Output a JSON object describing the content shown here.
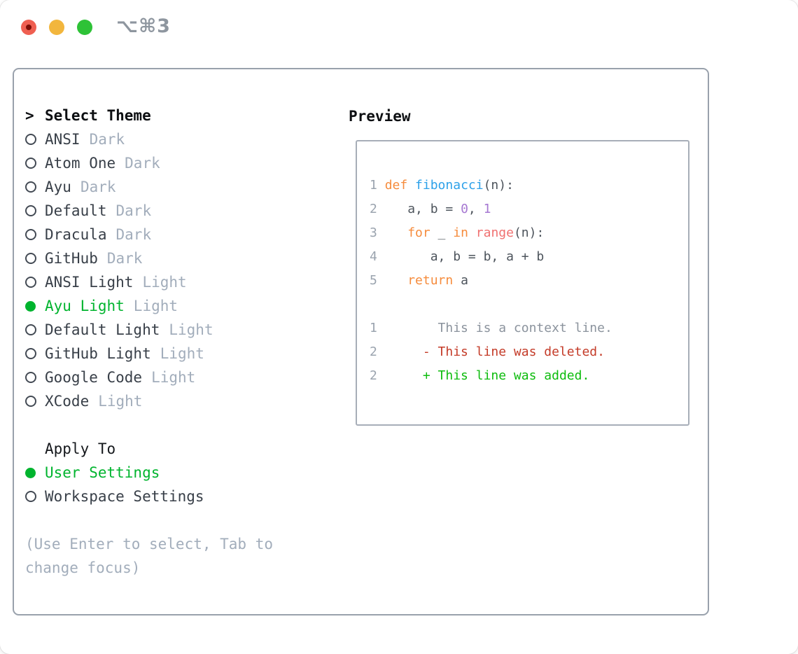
{
  "window": {
    "shortcut": "⌥⌘3"
  },
  "theme_list": {
    "header_prefix": ">",
    "header": "Select Theme",
    "items": [
      {
        "name": "ANSI",
        "tag": "Dark",
        "selected": false
      },
      {
        "name": "Atom One",
        "tag": "Dark",
        "selected": false
      },
      {
        "name": "Ayu",
        "tag": "Dark",
        "selected": false
      },
      {
        "name": "Default",
        "tag": "Dark",
        "selected": false
      },
      {
        "name": "Dracula",
        "tag": "Dark",
        "selected": false
      },
      {
        "name": "GitHub",
        "tag": "Dark",
        "selected": false
      },
      {
        "name": "ANSI Light",
        "tag": "Light",
        "selected": false
      },
      {
        "name": "Ayu Light",
        "tag": "Light",
        "selected": true
      },
      {
        "name": "Default Light",
        "tag": "Light",
        "selected": false
      },
      {
        "name": "GitHub Light",
        "tag": "Light",
        "selected": false
      },
      {
        "name": "Google Code",
        "tag": "Light",
        "selected": false
      },
      {
        "name": "XCode",
        "tag": "Light",
        "selected": false
      }
    ]
  },
  "apply_to": {
    "header": "Apply To",
    "options": [
      {
        "label": "User Settings",
        "selected": true
      },
      {
        "label": "Workspace Settings",
        "selected": false
      }
    ]
  },
  "hint": {
    "line1": "(Use Enter to select, Tab to",
    "line2": "change focus)"
  },
  "preview": {
    "title": "Preview",
    "lines": [
      {
        "segments": [
          {
            "t": "1 ",
            "c": "num"
          },
          {
            "t": "def",
            "c": "kw"
          },
          {
            "t": " ",
            "c": "plain"
          },
          {
            "t": "fibonacci",
            "c": "fn"
          },
          {
            "t": "(n):",
            "c": "plain"
          }
        ]
      },
      {
        "segments": [
          {
            "t": "2 ",
            "c": "num"
          },
          {
            "t": "   a, b = ",
            "c": "plain"
          },
          {
            "t": "0",
            "c": "lit"
          },
          {
            "t": ", ",
            "c": "plain"
          },
          {
            "t": "1",
            "c": "lit"
          }
        ]
      },
      {
        "segments": [
          {
            "t": "3 ",
            "c": "num"
          },
          {
            "t": "   ",
            "c": "plain"
          },
          {
            "t": "for",
            "c": "kw"
          },
          {
            "t": " _ ",
            "c": "plain"
          },
          {
            "t": "in",
            "c": "kw"
          },
          {
            "t": " ",
            "c": "plain"
          },
          {
            "t": "range",
            "c": "call"
          },
          {
            "t": "(n):",
            "c": "plain"
          }
        ]
      },
      {
        "segments": [
          {
            "t": "4 ",
            "c": "num"
          },
          {
            "t": "      a, b = b, a + b",
            "c": "plain"
          }
        ]
      },
      {
        "segments": [
          {
            "t": "5 ",
            "c": "num"
          },
          {
            "t": "   ",
            "c": "plain"
          },
          {
            "t": "return",
            "c": "kw"
          },
          {
            "t": " a",
            "c": "plain"
          }
        ]
      },
      {
        "segments": []
      },
      {
        "segments": [
          {
            "t": "1",
            "c": "num"
          },
          {
            "t": "        ",
            "c": "plain"
          },
          {
            "t": "This is a context line.",
            "c": "ctx"
          }
        ]
      },
      {
        "segments": [
          {
            "t": "2",
            "c": "num"
          },
          {
            "t": "      ",
            "c": "plain"
          },
          {
            "t": "- This line was deleted.",
            "c": "del"
          }
        ]
      },
      {
        "segments": [
          {
            "t": "2",
            "c": "num"
          },
          {
            "t": "      ",
            "c": "plain"
          },
          {
            "t": "+ This line was added.",
            "c": "add"
          }
        ]
      }
    ]
  },
  "colors": {
    "light_red": "#ef5f51",
    "light_red_dot": "#7d0e06",
    "light_yellow": "#f2b63d",
    "light_green": "#2ec237",
    "shortcut_gray": "#8e969f",
    "panel_border": "#99a1ac",
    "preview_border": "#a7aeb8",
    "header_black": "#0d0f12",
    "apply_header": "#15181c",
    "item_text": "#383f48",
    "ring_color": "#434a54",
    "selection_green": "#00b42e",
    "muted_gray": "#a2adbb",
    "line_number": "#9aa3ae",
    "code_plain": "#4d545c",
    "kw_orange": "#f68c3d",
    "fn_blue": "#2da1e9",
    "call_coral": "#f07171",
    "lit_purple": "#a678d2",
    "ctx_gray": "#8b939d",
    "del_red": "#c43b28",
    "add_green": "#0ebc0e"
  }
}
